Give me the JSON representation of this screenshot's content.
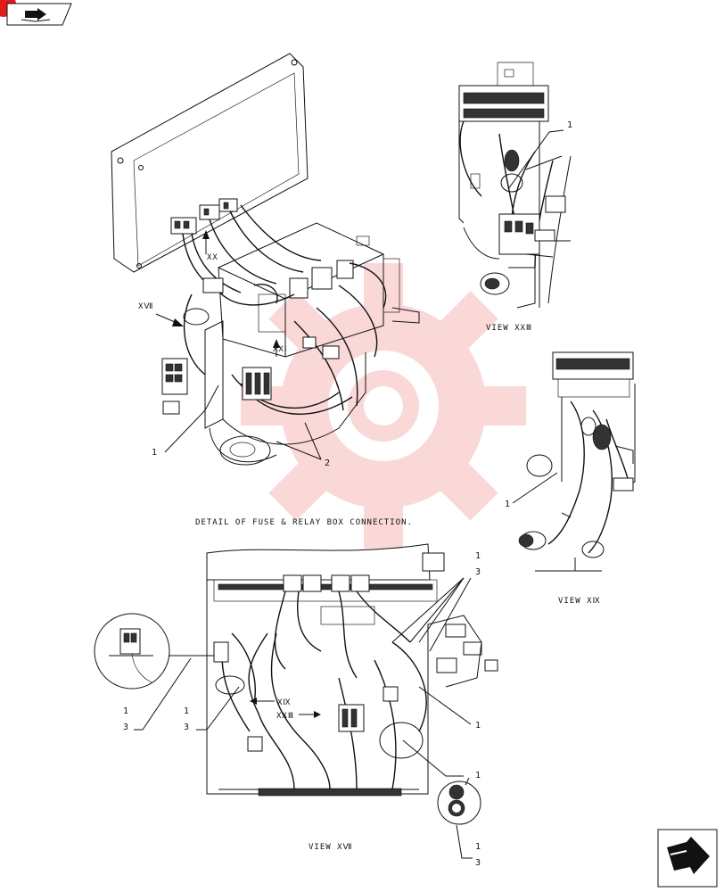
{
  "diagram": {
    "caption_detail": "DETAIL OF FUSE & RELAY BOX CONNECTION.",
    "caption_view_xxiii": "VIEW XXⅢ",
    "caption_view_xix": "VIEW XⅨ",
    "caption_view_xvii": "VIEW XⅦ",
    "arrow_xx": "XX",
    "arrow_xvii": "XⅦ",
    "arrow_xxi": "XXⅠ",
    "arrow_xix": "XⅨ",
    "arrow_xxiii": "XXⅢ",
    "callouts": {
      "one": "1",
      "two": "2",
      "three": "3"
    }
  },
  "colors": {
    "line": "#111111",
    "watermark": "#f2b8b8",
    "nav_accent": "#e21b1b"
  },
  "icons": {
    "top_nav": "book-arrow-icon",
    "bottom_nav": "next-page-arrow-icon"
  }
}
